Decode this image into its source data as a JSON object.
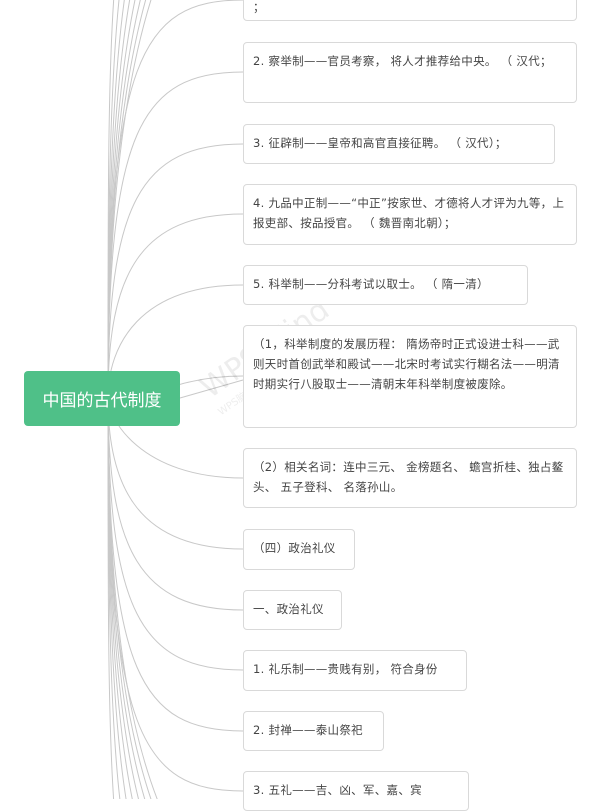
{
  "root": {
    "label": "中国的古代制度",
    "color": "#4fc088"
  },
  "nodes": [
    {
      "text": "；"
    },
    {
      "text": " 2. 察举制——官员考察， 将人才推荐给中央。 （ 汉代；"
    },
    {
      "text": "3. 征辟制——皇帝和高官直接征聘。 （ 汉代）；"
    },
    {
      "text": "4. 九品中正制——“中正”按家世、才德将人才评为九等，上报吏部、按品授官。 （ 魏晋南北朝）；"
    },
    {
      "text": "5. 科举制——分科考试以取士。 （ 隋一清）"
    },
    {
      "text": "（1，科举制度的发展历程： 隋炀帝时正式设进士科——武则天时首创武举和殿试——北宋时考试实行糊名法——明清时期实行八股取士——清朝末年科举制度被废除。"
    },
    {
      "text": "（2）相关名词：连中三元、 金榜题名、 蟾宫折桂、独占鳌头、 五子登科、 名落孙山。"
    },
    {
      "text": " （四）政治礼仪"
    },
    {
      "text": "一、政治礼仪"
    },
    {
      "text": "1. 礼乐制——贵贱有别， 符合身份"
    },
    {
      "text": "2. 封禅——泰山祭祀"
    },
    {
      "text": "3. 五礼——吉、凶、军、嘉、宾"
    }
  ],
  "watermark": {
    "title": "WPS Mind",
    "sub": "WPS脑图"
  }
}
